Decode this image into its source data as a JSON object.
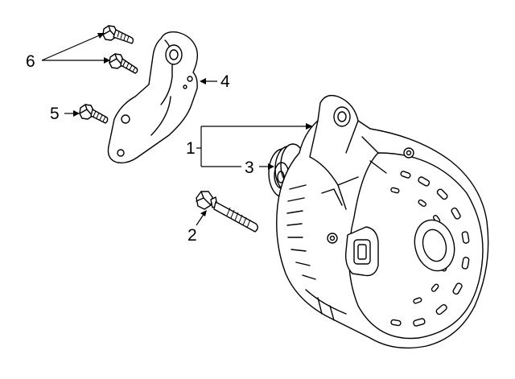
{
  "callouts": {
    "c1": "1",
    "c2": "2",
    "c3": "3",
    "c4": "4",
    "c5": "5",
    "c6": "6"
  },
  "parts": [
    {
      "callout": "1",
      "icon": "alternator-assembly"
    },
    {
      "callout": "2",
      "icon": "long-bolt"
    },
    {
      "callout": "3",
      "icon": "alternator-pulley"
    },
    {
      "callout": "4",
      "icon": "mounting-bracket"
    },
    {
      "callout": "5",
      "icon": "bracket-bolt"
    },
    {
      "callout": "6",
      "icon": "flange-bolt"
    }
  ],
  "colors": {
    "line": "#000000",
    "background": "#ffffff"
  }
}
